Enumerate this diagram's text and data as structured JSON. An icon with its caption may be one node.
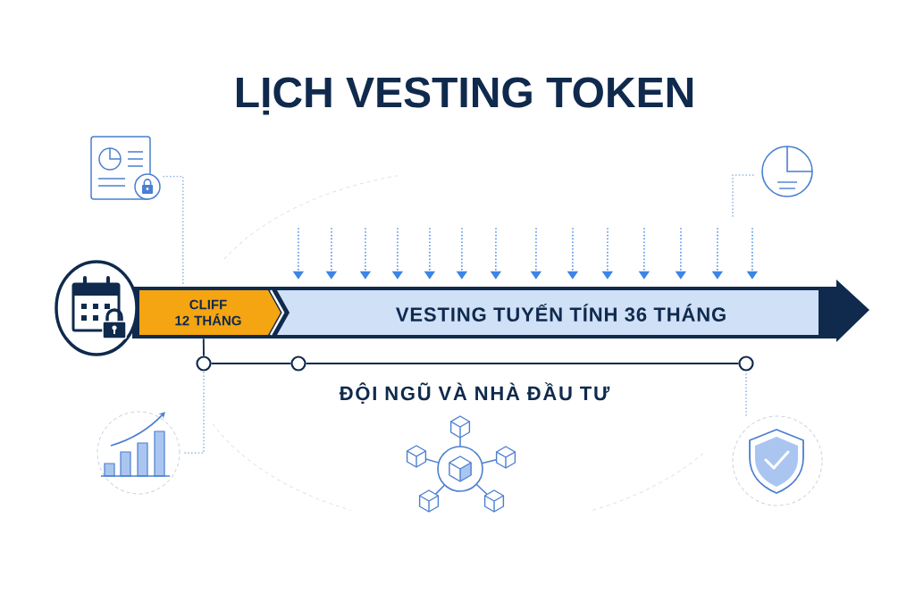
{
  "diagram": {
    "title": "LỊCH VESTING TOKEN",
    "nodes": [
      {
        "text": [],
        "shape": "picture"
      },
      {
        "text": [],
        "shape": "picture"
      },
      {
        "text": [
          "CLIFF 12 THÁNG"
        ]
      },
      {
        "text": [
          "VESTING TUYẾN TÍNH 36 THÁNG"
        ]
      },
      {
        "text": [],
        "shape": "circle"
      },
      {
        "text": [],
        "shape": "circle"
      },
      {
        "text": [],
        "shape": "circle"
      },
      {
        "text": [],
        "shape": "picture"
      },
      {
        "text": [],
        "shape": "picture"
      }
    ],
    "edges": [
      {
        "from": 0,
        "to": 2,
        "arrow": "none",
        "style": "dashed",
        "color": "#8db0de"
      },
      {
        "from": 1,
        "to": null,
        "arrow": "none",
        "style": "dashed",
        "color": "#8db0de"
      },
      {
        "from": null,
        "to": 3,
        "arrow": "to",
        "style": "dashed"
      },
      {
        "from": null,
        "to": 3,
        "arrow": "to",
        "style": "dashed"
      },
      {
        "from": null,
        "to": 3,
        "arrow": "to",
        "style": "dashed"
      },
      {
        "from": null,
        "to": 3,
        "arrow": "to",
        "style": "dashed"
      },
      {
        "from": null,
        "to": 3,
        "arrow": "to",
        "style": "dashed"
      },
      {
        "from": null,
        "to": 3,
        "arrow": "to",
        "style": "dashed"
      },
      {
        "from": null,
        "to": 3,
        "arrow": "to",
        "style": "dashed"
      },
      {
        "from": null,
        "to": 3,
        "arrow": "to",
        "style": "dashed"
      },
      {
        "from": null,
        "to": 3,
        "arrow": "to",
        "style": "dashed"
      },
      {
        "from": null,
        "to": 3,
        "arrow": "to",
        "style": "dashed"
      },
      {
        "from": null,
        "to": 3,
        "arrow": "to",
        "style": "dashed"
      },
      {
        "from": null,
        "to": 3,
        "arrow": "to",
        "style": "dashed"
      },
      {
        "from": null,
        "to": 3,
        "arrow": "to",
        "style": "dashed"
      },
      {
        "from": null,
        "to": 3,
        "arrow": "to",
        "style": "dashed"
      },
      {
        "from": 7,
        "to": 4,
        "arrow": "none",
        "style": "dashed",
        "color": "#8db0de"
      },
      {
        "from": 8,
        "to": 6,
        "arrow": "none",
        "style": "dashed",
        "color": "#8db0de"
      },
      {
        "from": 2,
        "to": 4,
        "arrow": "none",
        "color": "#0f2a4d"
      },
      {
        "from": 4,
        "to": 5,
        "arrow": "none",
        "color": "#0f2a4d"
      },
      {
        "from": 5,
        "to": 6,
        "arrow": "none",
        "color": "#0f2a4d"
      }
    ],
    "labels": [
      "ĐỘI NGŨ VÀ NHÀ ĐẦU TƯ"
    ]
  }
}
